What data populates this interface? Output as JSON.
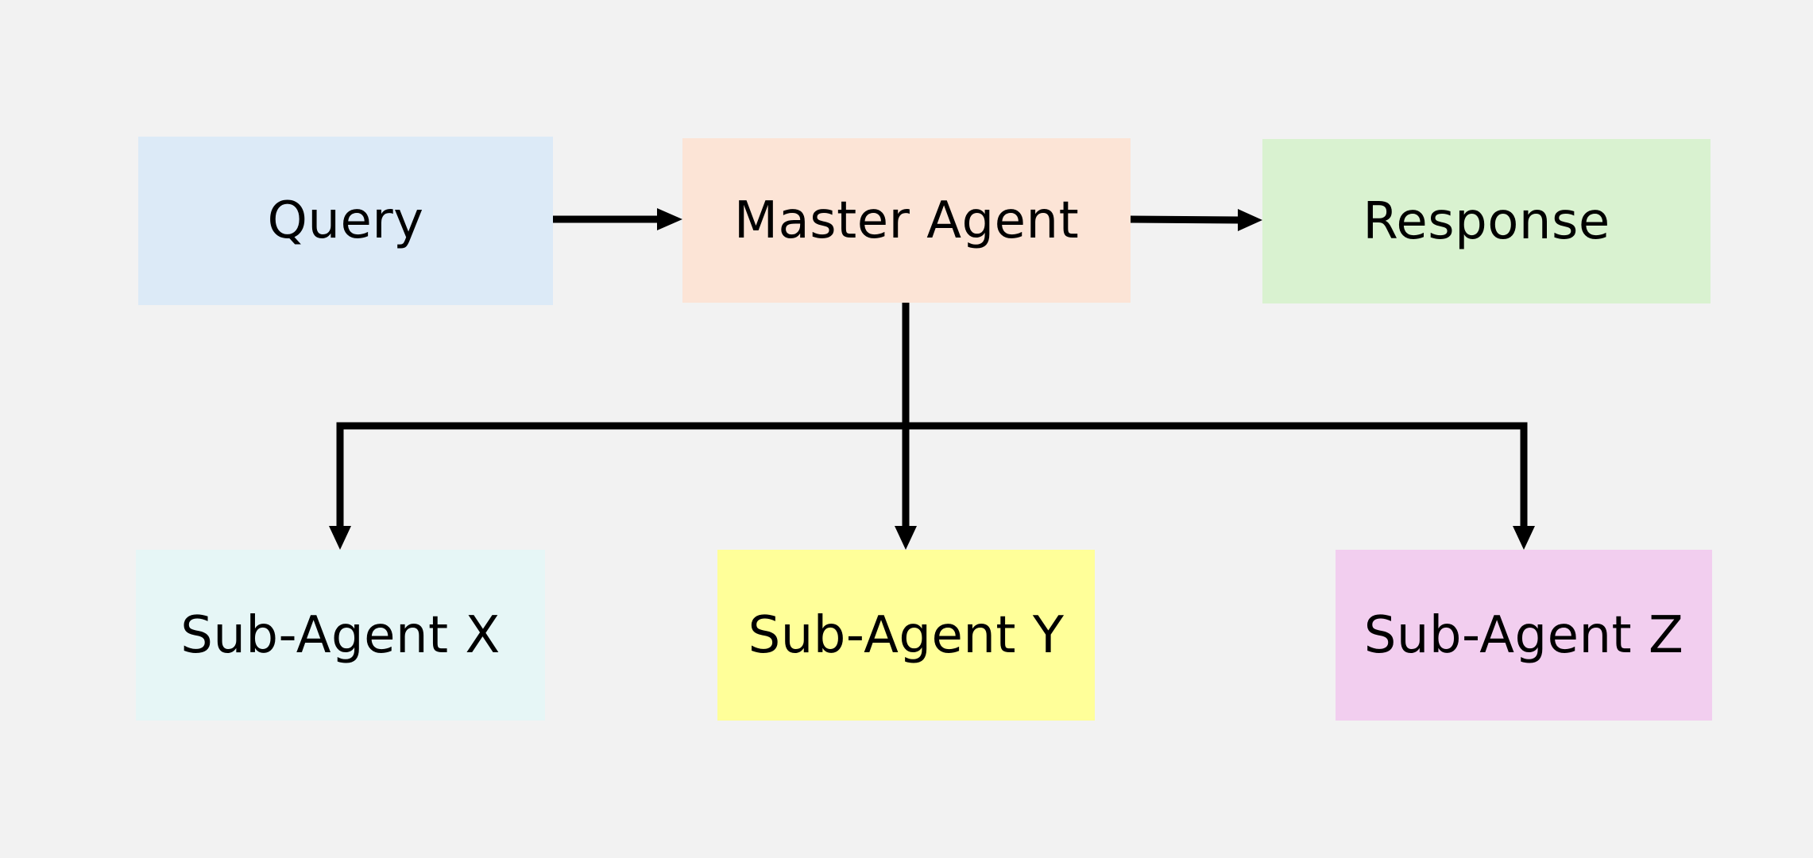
{
  "nodes": {
    "query": {
      "label": "Query",
      "color": "#dceaf7"
    },
    "master": {
      "label": "Master Agent",
      "color": "#fce4d6"
    },
    "response": {
      "label": "Response",
      "color": "#d9f2d0"
    },
    "sub_x": {
      "label": "Sub-Agent X",
      "color": "#e6f6f6"
    },
    "sub_y": {
      "label": "Sub-Agent Y",
      "color": "#ffff99"
    },
    "sub_z": {
      "label": "Sub-Agent Z",
      "color": "#f2ceef"
    }
  },
  "edges": [
    {
      "from": "query",
      "to": "master"
    },
    {
      "from": "master",
      "to": "response"
    },
    {
      "from": "master",
      "to": "sub_x"
    },
    {
      "from": "master",
      "to": "sub_y"
    },
    {
      "from": "master",
      "to": "sub_z"
    }
  ],
  "colors": {
    "background": "#f2f2f2",
    "connector": "#000000"
  }
}
